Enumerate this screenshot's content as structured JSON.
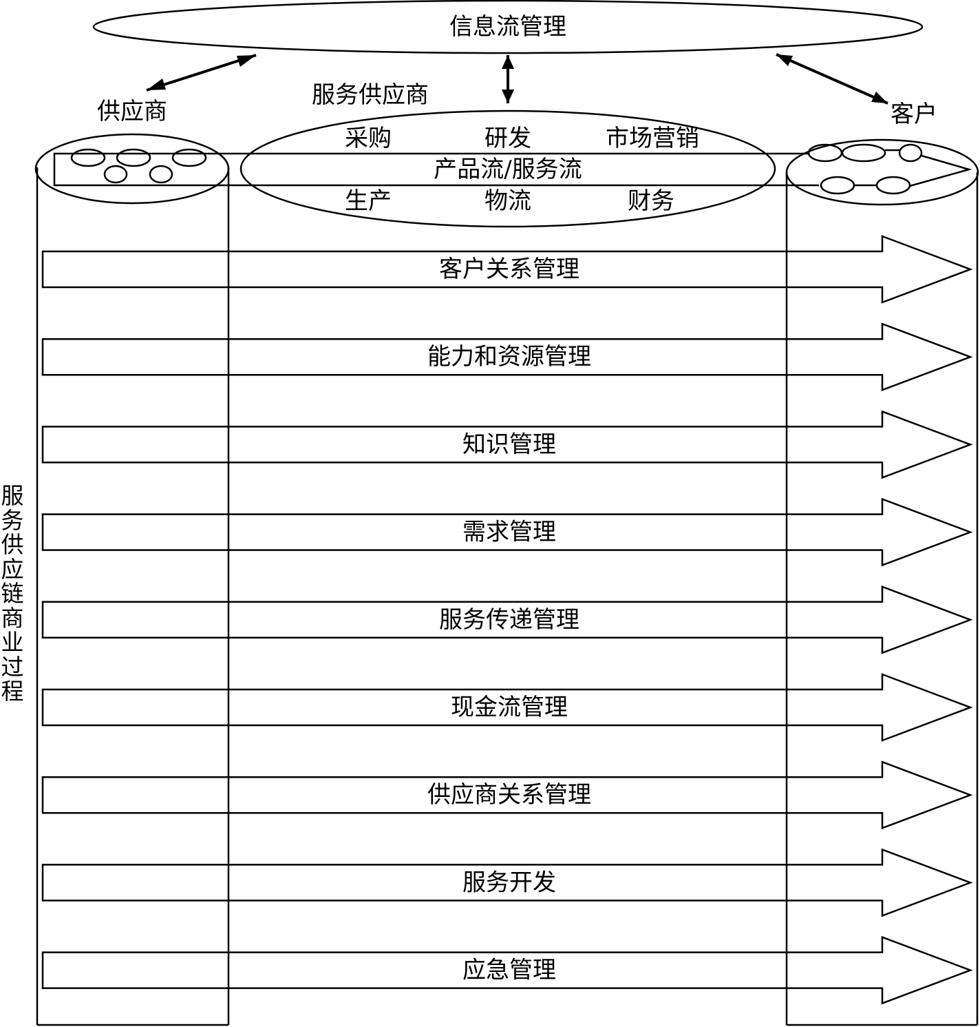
{
  "title": "信息流管理",
  "info_flow": {
    "label": "信息流管理"
  },
  "actors": {
    "supplier": {
      "label": "供应商"
    },
    "service_provider": {
      "label": "服务供应商"
    },
    "customer": {
      "label": "客户"
    }
  },
  "service_provider_functions": {
    "top": [
      "采购",
      "研发",
      "市场营销"
    ],
    "bottom": [
      "生产",
      "物流",
      "财务"
    ]
  },
  "product_flow": {
    "label": "产品流/服务流"
  },
  "side_label": "服务供应链商业过程",
  "processes": [
    {
      "label": "客户关系管理"
    },
    {
      "label": "能力和资源管理"
    },
    {
      "label": "知识管理"
    },
    {
      "label": "需求管理"
    },
    {
      "label": "服务传递管理"
    },
    {
      "label": "现金流管理"
    },
    {
      "label": "供应商关系管理"
    },
    {
      "label": "服务开发"
    },
    {
      "label": "应急管理"
    }
  ],
  "colors": {
    "stroke": "#000000",
    "background": "#ffffff"
  }
}
